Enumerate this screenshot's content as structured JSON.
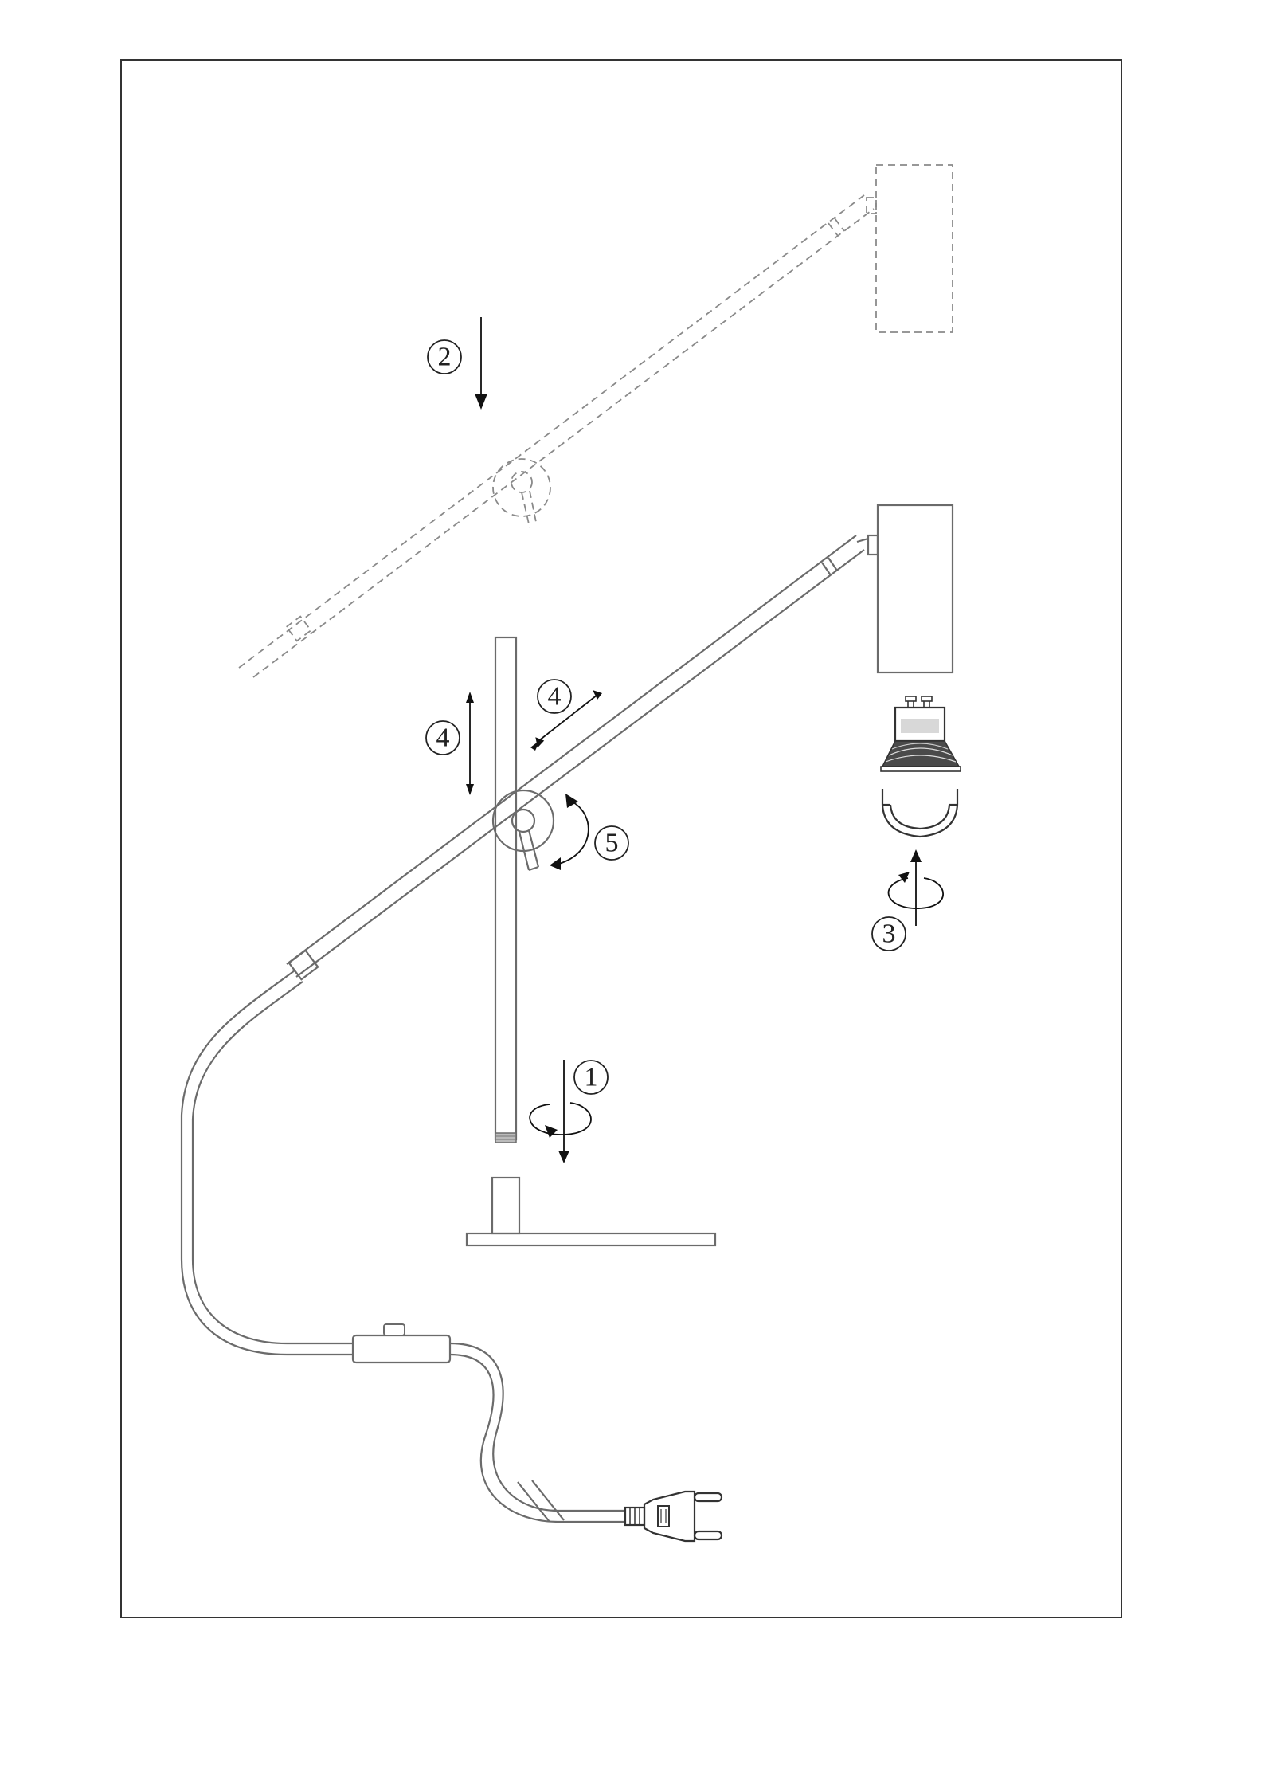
{
  "steps": [
    {
      "id": "step-1",
      "number": "1",
      "action": "rotate-screw"
    },
    {
      "id": "step-2",
      "number": "2",
      "action": "move-down"
    },
    {
      "id": "step-3",
      "number": "3",
      "action": "rotate-screw"
    },
    {
      "id": "step-4a",
      "number": "4",
      "action": "slide-vertical"
    },
    {
      "id": "step-4b",
      "number": "4",
      "action": "slide-along-arm"
    },
    {
      "id": "step-5",
      "number": "5",
      "action": "rotate"
    }
  ],
  "colors": {
    "line": "#6b6b6b",
    "ink": "#222222",
    "dashed": "#8a8a8a",
    "background": "#ffffff"
  }
}
